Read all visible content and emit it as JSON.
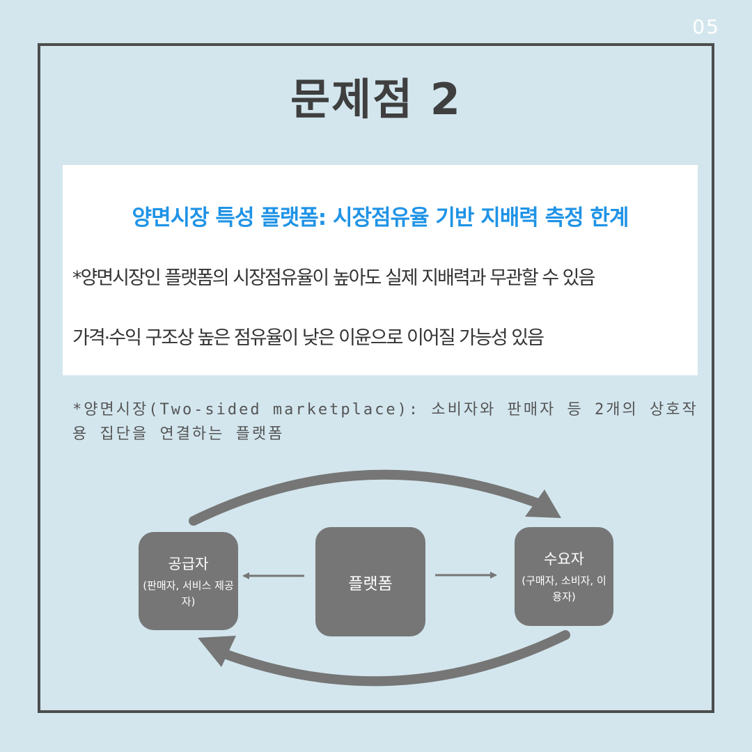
{
  "page_number": "05",
  "title": "문제점 2",
  "box": {
    "headline": "양면시장 특성 플랫폼: 시장점유율 기반 지배력 측정 한계",
    "line1": "*양면시장인 플랫폼의 시장점유율이 높아도 실제 지배력과 무관할 수 있음",
    "line2": "가격·수익 구조상 높은 점유율이 낮은 이윤으로 이어질 가능성 있음"
  },
  "footnote": "*양면시장(Two-sided marketplace): 소비자와 판매자 등 2개의 상호작용 집단을 연결하는 플랫폼",
  "diagram": {
    "supplier": {
      "title": "공급자",
      "sub": "(판매자, 서비스 제공자)"
    },
    "platform": {
      "title": "플랫폼"
    },
    "demander": {
      "title": "수요자",
      "sub": "(구매자, 소비자, 이용자)"
    }
  },
  "colors": {
    "background": "#d3e6ee",
    "frame": "#4d4d4d",
    "headline": "#1f93e6",
    "node": "#767676",
    "arrow": "#767676"
  }
}
